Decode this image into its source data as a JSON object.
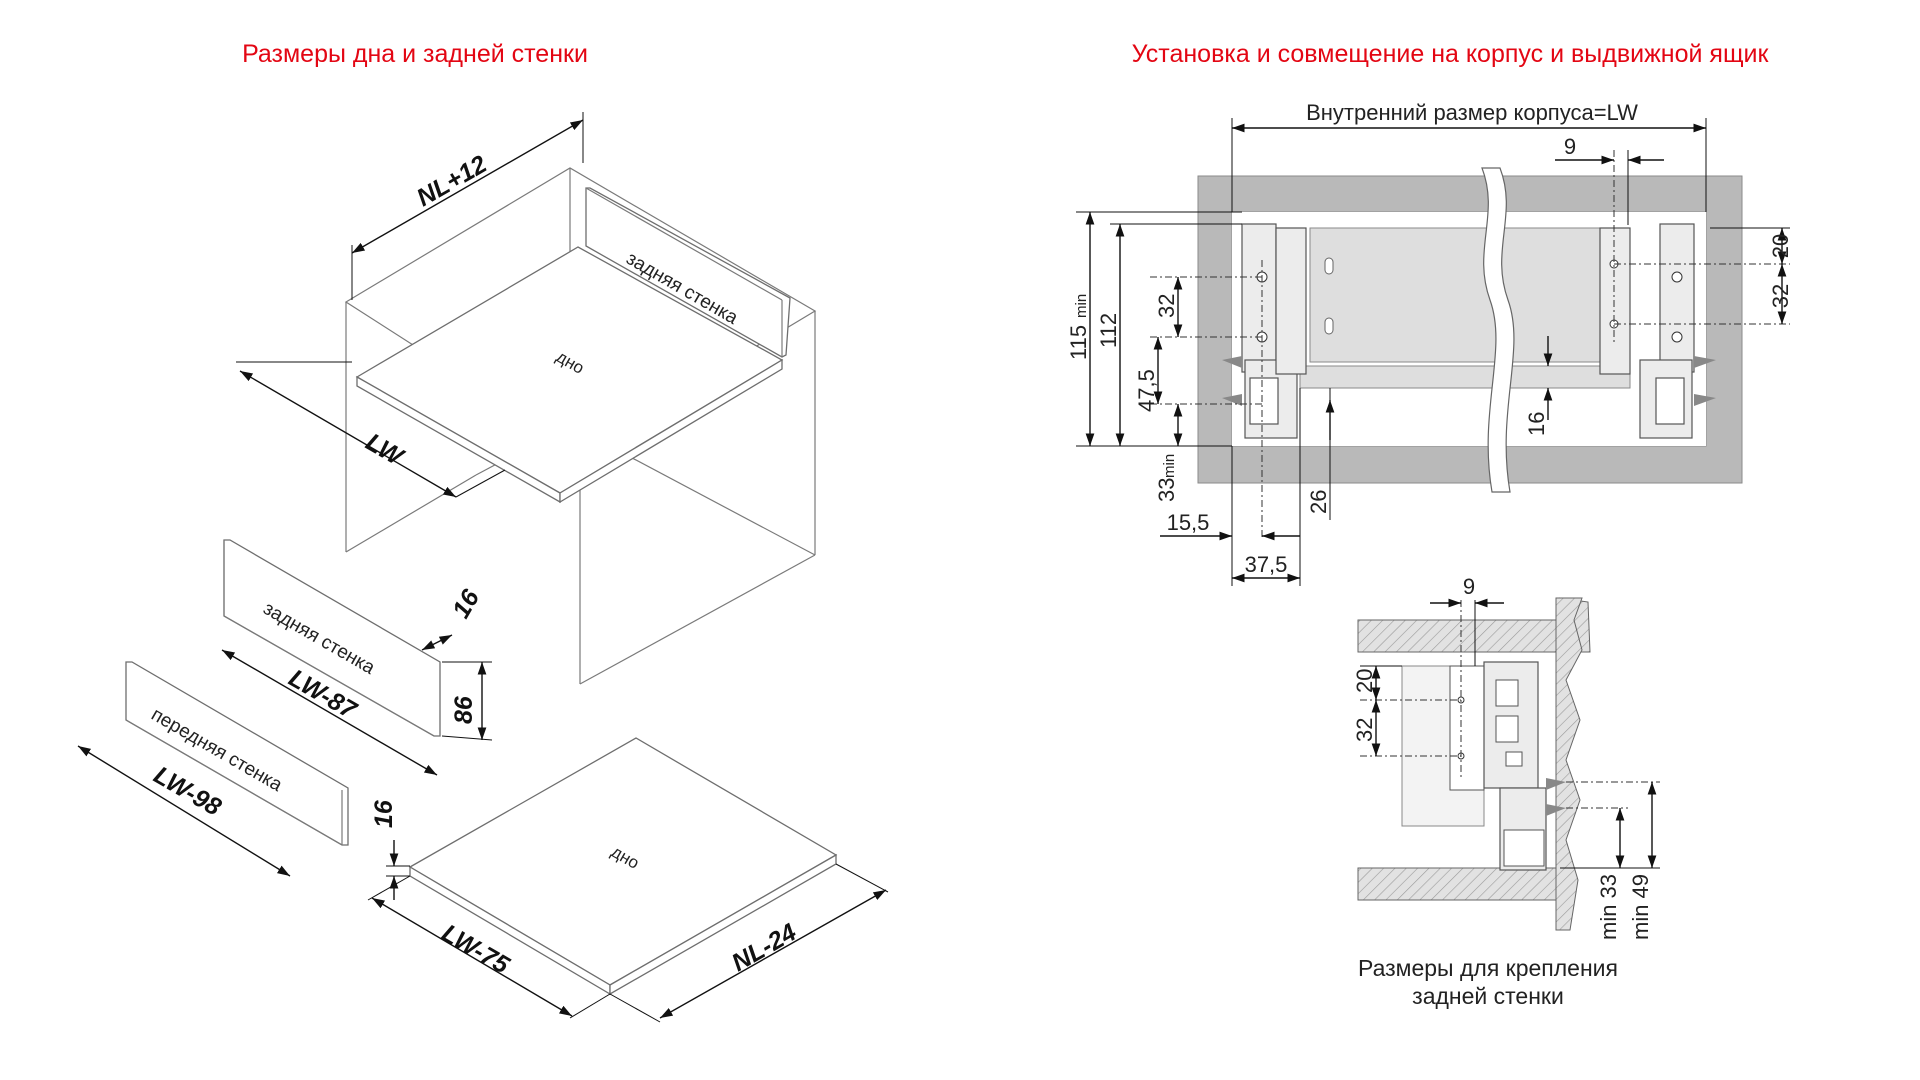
{
  "left_panel": {
    "title": "Размеры дна и задней стенки",
    "labels": {
      "nl_plus_12": "NL+12",
      "back_wall_top": "задняя стенка",
      "bottom_top": "дно",
      "lw": "LW",
      "back_wall_panel": "задняя стенка",
      "thickness_16_a": "16",
      "lw_minus_87": "LW-87",
      "height_86": "86",
      "front_wall_panel": "передняя стенка",
      "lw_minus_98": "LW-98",
      "thickness_16_b": "16",
      "bottom_panel": "дно",
      "lw_minus_75": "LW-75",
      "nl_minus_24": "NL-24"
    }
  },
  "right_panel": {
    "title": "Установка и совмещение на корпус и выдвижной ящик",
    "top_view": {
      "inner_size": "Внутренний размер корпуса=LW",
      "dim_9": "9",
      "dim_20": "20",
      "dim_32_right": "32",
      "dim_115_min": "115",
      "min_suffix": "min",
      "dim_112": "112",
      "dim_32_left": "32",
      "dim_47_5": "47,5",
      "dim_33_min": "33",
      "min_suffix_2": "min",
      "dim_16": "16",
      "dim_26": "26",
      "dim_15_5": "15,5",
      "dim_37_5": "37,5"
    },
    "detail_view": {
      "dim_9": "9",
      "dim_20": "20",
      "dim_32": "32",
      "min_33": "min 33",
      "min_49": "min 49",
      "caption_line1": "Размеры для крепления",
      "caption_line2": "задней стенки"
    }
  }
}
